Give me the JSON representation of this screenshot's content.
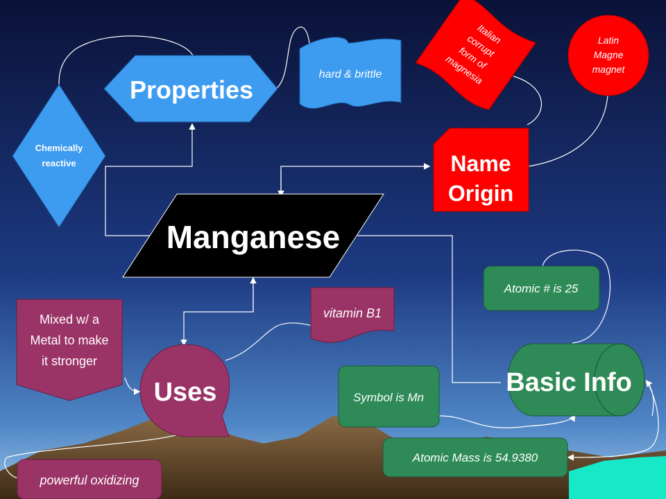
{
  "nodes": {
    "manganese": "Manganese",
    "properties": "Properties",
    "name_origin": [
      "Name",
      "Origin"
    ],
    "uses": "Uses",
    "basic_info": "Basic Info",
    "chemically_reactive": [
      "Chemically",
      "reactive"
    ],
    "hard_brittle": "hard & brittle",
    "italian": [
      "Italian",
      "corrupt",
      "form of",
      "magnesia"
    ],
    "latin": [
      "Latin",
      "Magne",
      "magnet"
    ],
    "mixed_metal": [
      "Mixed w/ a",
      "Metal to make",
      "it stronger"
    ],
    "vitamin": "vitamin B1",
    "powerful": "powerful oxidizing",
    "atomic_number": "Atomic # is 25",
    "symbol": "Symbol is Mn",
    "atomic_mass": "Atomic Mass is 54.9380"
  },
  "colors": {
    "sky_top": "#0b1440",
    "sky_bottom": "#3a6fb8",
    "light_blue": "#3d9cf0",
    "red": "#ff0000",
    "maroon": "#9a3366",
    "green": "#2e8b57",
    "black": "#000000",
    "teal_water": "#17e8c8",
    "mountain": "#6b4a2b"
  }
}
